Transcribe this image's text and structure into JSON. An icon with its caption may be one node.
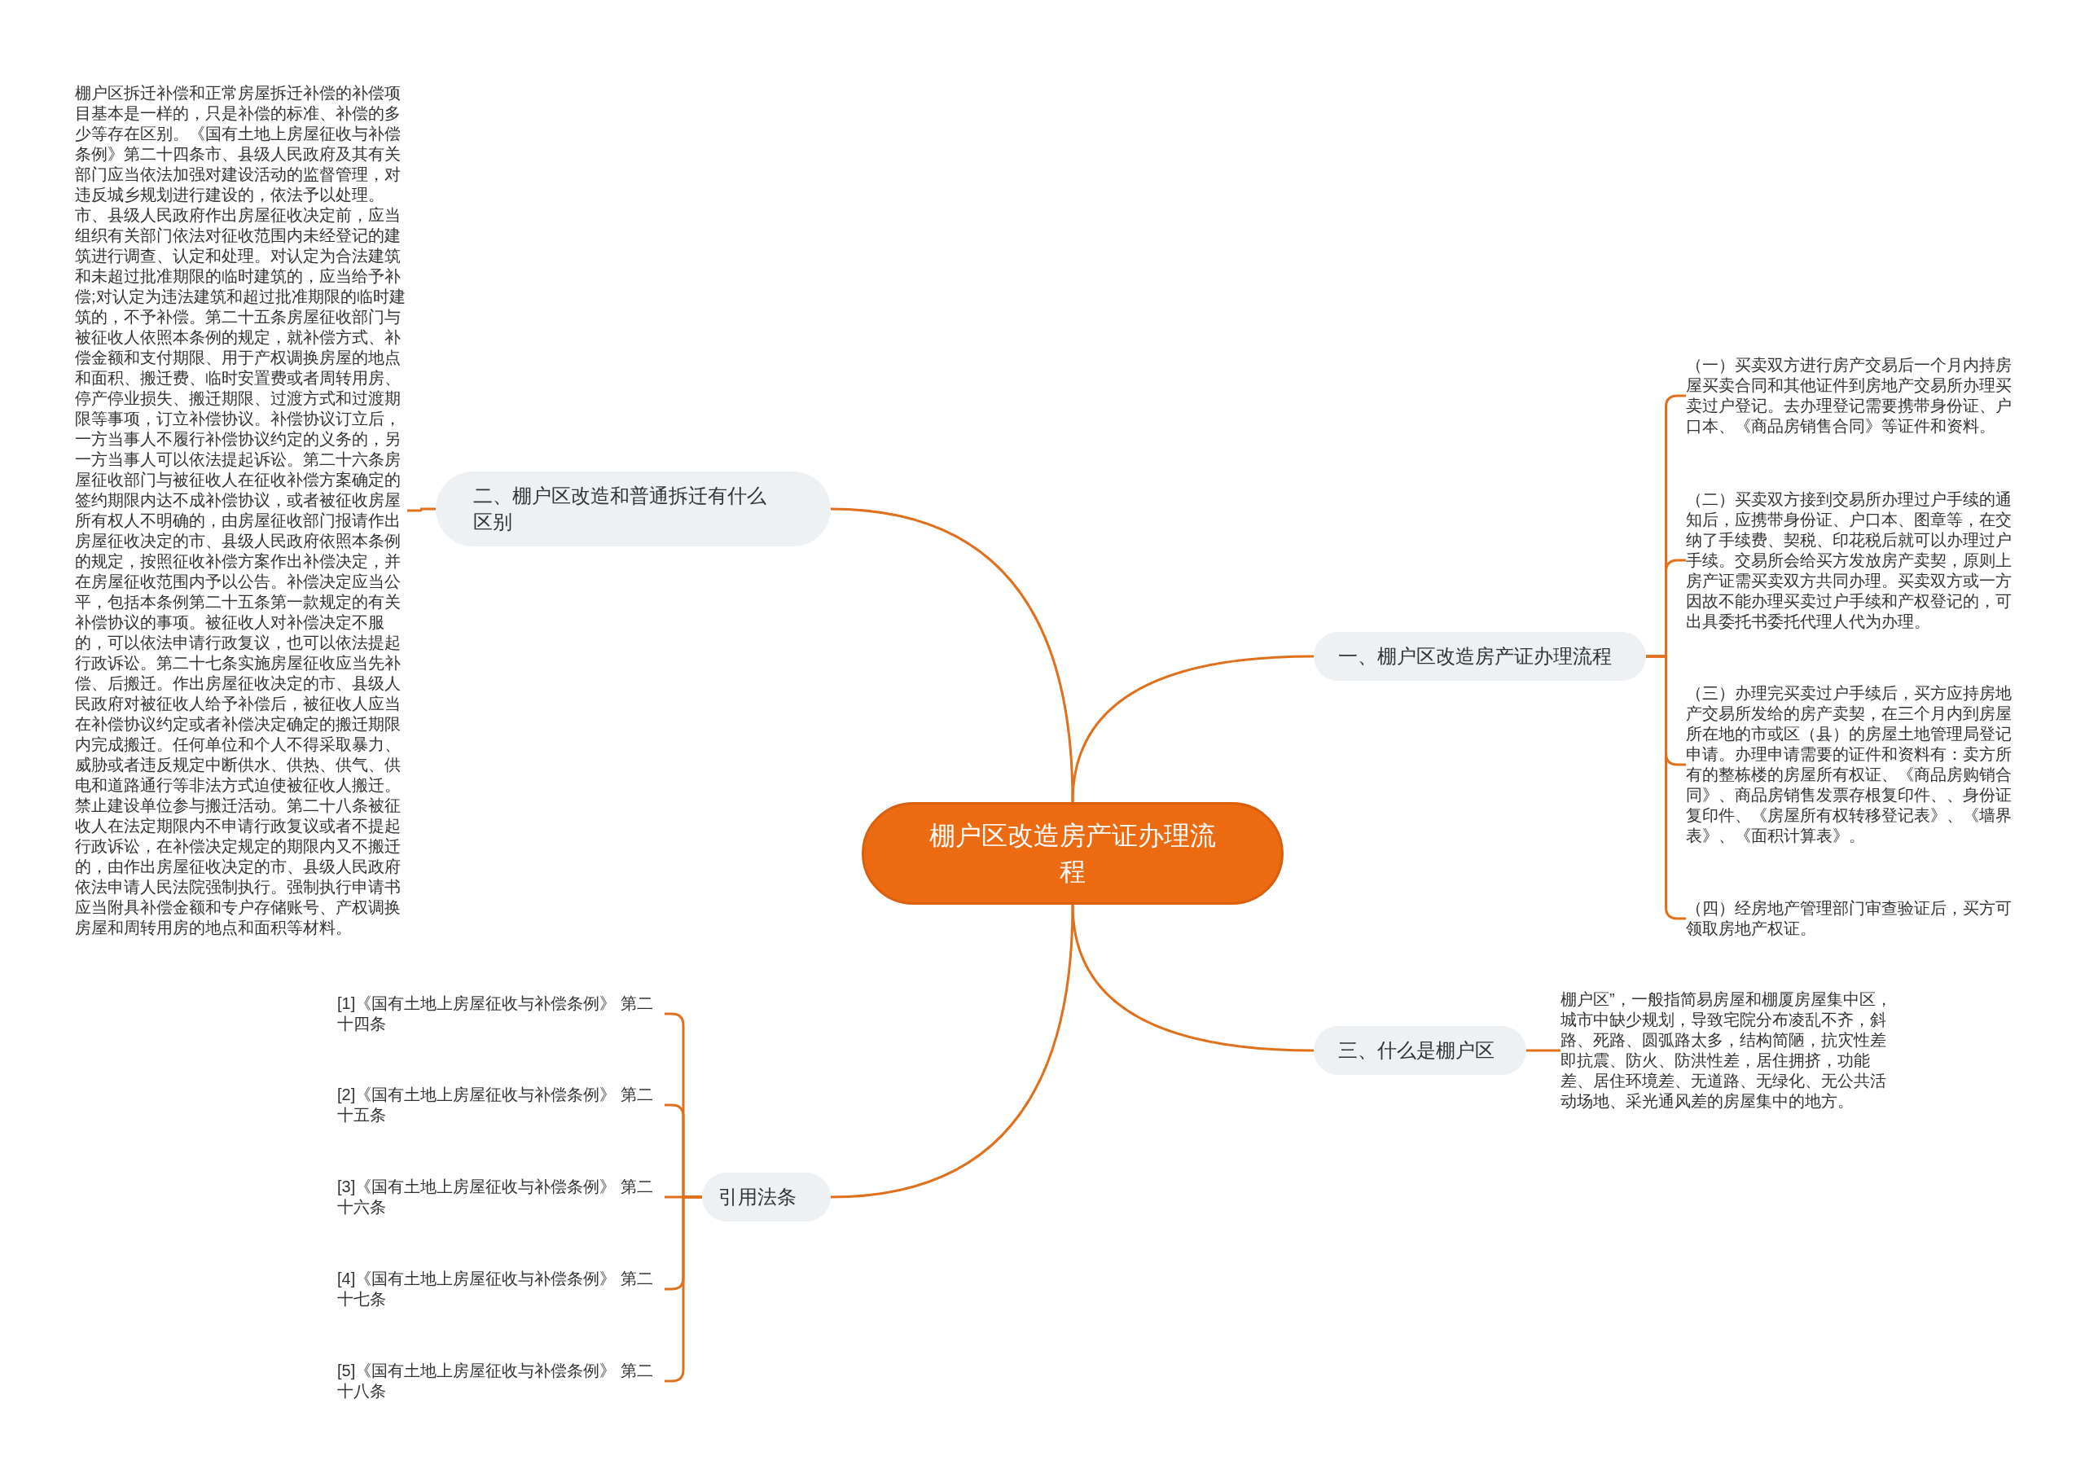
{
  "diagram": {
    "nodes": [
      {
        "text": [
          "棚户区改造房产证办理流程"
        ]
      },
      {
        "text": [
          "二、棚户区改造和普通拆迁有什么区别"
        ]
      },
      {
        "text": [
          "棚户区拆迁补偿和正常房屋拆迁补偿的补偿项目基本是一样的，只是补偿的标准、补偿的多少等存在区别。《国有土地上房屋征收与补偿条例》第二十四条市、县级人民政府及其有关部门应当依法加强对建设活动的监督管理，对违反城乡规划进行建设的，依法予以处理。市、县级人民政府作出房屋征收决定前，应当组织有关部门依法对征收范围内未经登记的建筑进行调查、认定和处理。对认定为合法建筑和未超过批准期限的临时建筑的，应当给予补偿;对认定为违法建筑和超过批准期限的临时建筑的，不予补偿。第二十五条房屋征收部门与被征收人依照本条例的规定，就补偿方式、补偿金额和支付期限、用于产权调换房屋的地点和面积、搬迁费、临时安置费或者周转用房、停产停业损失、搬迁期限、过渡方式和过渡期限等事项，订立补偿协议。补偿协议订立后，一方当事人不履行补偿协议约定的义务的，另一方当事人可以依法提起诉讼。第二十六条房屋征收部门与被征收人在征收补偿方案确定的签约期限内达不成补偿协议，或者被征收房屋所有权人不明确的，由房屋征收部门报请作出房屋征收决定的市、县级人民政府依照本条例的规定，按照征收补偿方案作出补偿决定，并在房屋征收范围内予以公告。补偿决定应当公平，包括本条例第二十五条第一款规定的有关补偿协议的事项。被征收人对补偿决定不服的，可以依法申请行政复议，也可以依法提起行政诉讼。第二十七条实施房屋征收应当先补偿、后搬迁。作出房屋征收决定的市、县级人民政府对被征收人给予补偿后，被征收人应当在补偿协议约定或者补偿决定确定的搬迁期限内完成搬迁。任何单位和个人不得采取暴力、威胁或者违反规定中断供水、供热、供气、供电和道路通行等非法方式迫使被征收人搬迁。禁止建设单位参与搬迁活动。第二十八条被征收人在法定期限内不申请行政复议或者不提起行政诉讼，在补偿决定规定的期限内又不搬迁的，由作出房屋征收决定的市、县级人民政府依法申请人民法院强制执行。强制执行申请书应当附具补偿金额和专户存储账号、产权调换房屋和周转用房的地点和面积等材料。"
        ]
      },
      {
        "text": [
          "一、棚户区改造房产证办理流程"
        ]
      },
      {
        "text": [
          "（一）买卖双方进行房产交易后一个月内持房屋买卖合同和其他证件到房地产交易所办理买卖过户登记。去办理登记需要携带身份证、户口本、《商品房销售合同》等证件和资料。"
        ]
      },
      {
        "text": [
          "（二）买卖双方接到交易所办理过户手续的通知后，应携带身份证、户口本、图章等，在交纳了手续费、契税、印花税后就可以办理过户手续。交易所会给买方发放房产卖契，原则上房产证需买卖双方共同办理。买卖双方或一方因故不能办理买卖过户手续和产权登记的，可出具委托书委托代理人代为办理。"
        ]
      },
      {
        "text": [
          "（三）办理完买卖过户手续后，买方应持房地产交易所发给的房产卖契，在三个月内到房屋所在地的市或区（县）的房屋土地管理局登记申请。办理申请需要的证件和资料有：卖方所有的整栋楼的房屋所有权证、《商品房购销合同》、商品房销售发票存根复印件、、身份证复印件、《房屋所有权转移登记表》、《墙界表》、《面积计算表》。"
        ]
      },
      {
        "text": [
          "（四）经房地产管理部门审查验证后，买方可领取房地产权证。"
        ]
      },
      {
        "text": [
          "三、什么是棚户区"
        ]
      },
      {
        "text": [
          "棚户区”，一般指简易房屋和棚厦房屋集中区，城市中缺少规划，导致宅院分布凌乱不齐，斜路、死路、圆弧路太多，结构简陋，抗灾性差即抗震、防火、防洪性差，居住拥挤，功能差、居住环境差、无道路、无绿化、无公共活动场地、采光通风差的房屋集中的地方。"
        ]
      },
      {
        "text": [
          "引用法条"
        ]
      },
      {
        "text": [
          "[1]《国有土地上房屋征收与补偿条例》 第二十四条"
        ]
      },
      {
        "text": [
          "[2]《国有土地上房屋征收与补偿条例》 第二十五条"
        ]
      },
      {
        "text": [
          "[3]《国有土地上房屋征收与补偿条例》 第二十六条"
        ]
      },
      {
        "text": [
          "[4]《国有土地上房屋征收与补偿条例》 第二十七条"
        ]
      },
      {
        "text": [
          "[5]《国有土地上房屋征收与补偿条例》 第二十八条"
        ]
      }
    ],
    "edges": [
      {
        "from": 0,
        "to": 1,
        "arrow": "none"
      },
      {
        "from": 1,
        "to": 2,
        "arrow": "none"
      },
      {
        "from": 0,
        "to": 3,
        "arrow": "none"
      },
      {
        "from": 3,
        "to": 4,
        "arrow": "none"
      },
      {
        "from": 3,
        "to": 5,
        "arrow": "none"
      },
      {
        "from": 3,
        "to": 6,
        "arrow": "none"
      },
      {
        "from": 3,
        "to": 7,
        "arrow": "none"
      },
      {
        "from": 0,
        "to": 8,
        "arrow": "none"
      },
      {
        "from": 8,
        "to": 9,
        "arrow": "none"
      },
      {
        "from": 0,
        "to": 10,
        "arrow": "none"
      },
      {
        "from": 10,
        "to": 11,
        "arrow": "none"
      },
      {
        "from": 10,
        "to": 12,
        "arrow": "none"
      },
      {
        "from": 10,
        "to": 13,
        "arrow": "none"
      },
      {
        "from": 10,
        "to": 14,
        "arrow": "none"
      },
      {
        "from": 10,
        "to": 15,
        "arrow": "none"
      }
    ]
  }
}
